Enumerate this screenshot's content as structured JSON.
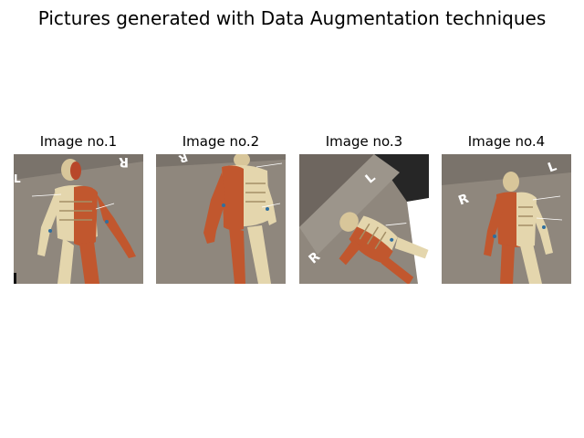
{
  "figure": {
    "title": "Pictures generated with Data Augmentation techniques"
  },
  "panels": [
    {
      "title": "Image no.1",
      "markers": [
        "R",
        "L"
      ]
    },
    {
      "title": "Image no.2",
      "markers": [
        "R"
      ]
    },
    {
      "title": "Image no.3",
      "markers": [
        "L",
        "R"
      ]
    },
    {
      "title": "Image no.4",
      "markers": [
        "L",
        "R"
      ]
    }
  ],
  "colors": {
    "floor": "#8f877d",
    "wall": "#6e665f",
    "muscle": "#c1572e",
    "bone": "#e4d6ad",
    "dark_corner": "#262626"
  }
}
